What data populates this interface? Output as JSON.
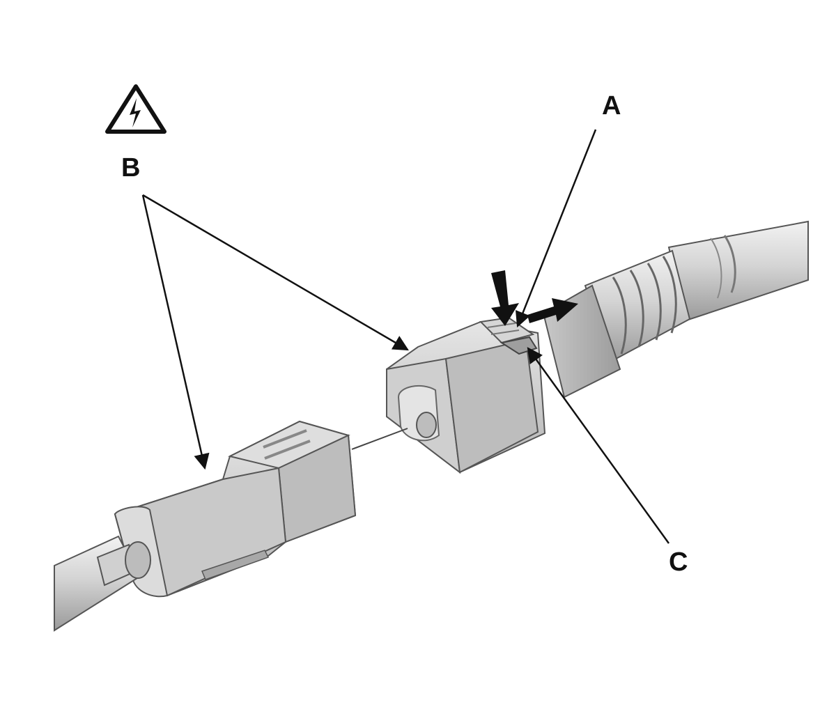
{
  "callouts": {
    "a": "A",
    "b": "B",
    "c": "C"
  },
  "symbols": {
    "hazard": "high-voltage-warning-icon"
  },
  "colors": {
    "ink": "#111111",
    "body_light": "#d8d8d8",
    "body_mid": "#bdbdbd",
    "body_dark": "#8a8a8a"
  }
}
